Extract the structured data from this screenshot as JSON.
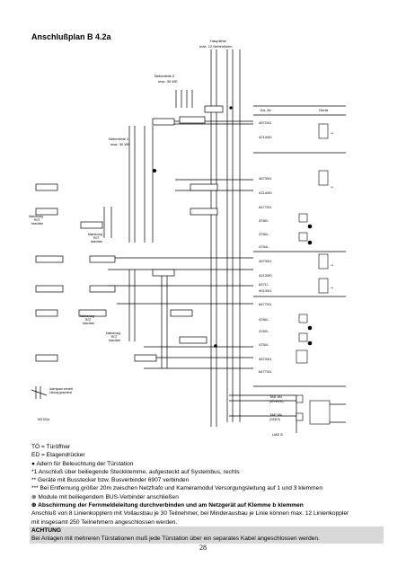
{
  "title": "Anschlußplan B 4.2a",
  "diagram": {
    "hauptlinie": [
      "Hauptlinie",
      "max. 12 Nebenlinien"
    ],
    "nebenlinie2": [
      "Nebenlinie 2",
      "max. 30 WE"
    ],
    "nebenlinie1": [
      "Nebenlinie 1",
      "max. 30 WE"
    ],
    "col_artnr": "Art.-Nr.",
    "col_gerat": "Gerät",
    "parts": [
      "4572/01",
      "4214/00",
      "4573/01",
      "4214/00",
      "6477/01",
      "4780/..",
      "4760/..",
      "4754/..",
      "4573/01",
      "4213/00",
      "6371/..",
      "4013/01",
      "6477/01",
      "4780/..",
      "4760/..",
      "4754/..",
      "4573/01",
      "6477/01"
    ],
    "tae1": [
      "TAE 6N",
      "(SPRECH)"
    ],
    "tae2": [
      "TAE 6N",
      "(VIDEO)"
    ],
    "uae": "UAE 8",
    "markierung": [
      "Markierung",
      "RGT",
      "beachten"
    ],
    "adernlegende": [
      "Adernpaar verseilt",
      "Leitung geschirmt"
    ],
    "code": "MO 501a",
    "stars": "**"
  },
  "notes": {
    "to": "TÖ = Türöffner",
    "ed": "ED = Etagendrücker",
    "adern": "● Adern für Beleuchtung der Türstation",
    "n1": "*1 Anschluß über beiliegende Steckklemme, aufgesteckt auf Systembus, rechts",
    "n2": "** Geräte mit Busstecker bzw. Busverbinder 6907 verbinden",
    "n3": "*** Bei Entfernung größer 20m zwischen Netzfrafo und Kameramodul Versorgungsleitung auf 1 und 3 klemmen",
    "n4": "⊗ Module mit beiliegendem BUS-Verbinder anschließen",
    "n5": "⊕ Abschirmung der Fernmeldeleitung durchverbinden und am Netzgerät auf Klemme b klemmen",
    "n6": "Anschluß von 8 Linienkopplern mit Vollausbau je 30 Teilnehmer, bei Minderausbau je Linie können max. 12 Linienkoppler",
    "n7": "mit insgesamt 250 Teilnehmern angeschlossen werden.",
    "achtung": "ACHTUNG",
    "n8": "Bei Anlagen mit mehreren Türstationen muß jede Türstation über ein separates Kabel angeschlossen werden."
  },
  "page_number": "28"
}
